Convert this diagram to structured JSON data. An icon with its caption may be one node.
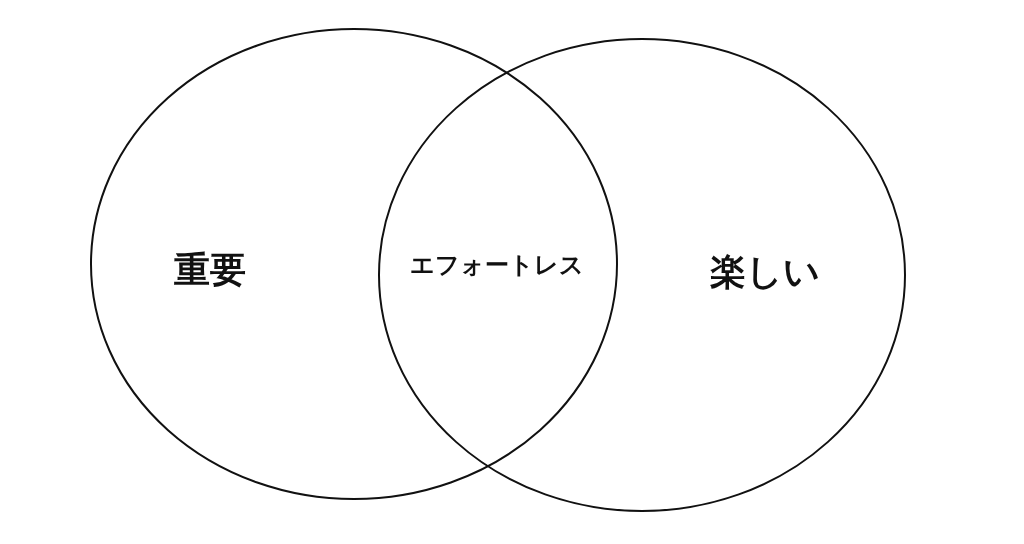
{
  "diagram": {
    "nodes": [
      {
        "text": [
          "重要"
        ]
      },
      {
        "text": [
          "楽しい"
        ]
      }
    ],
    "labels": [
      "エフォートレス"
    ]
  }
}
